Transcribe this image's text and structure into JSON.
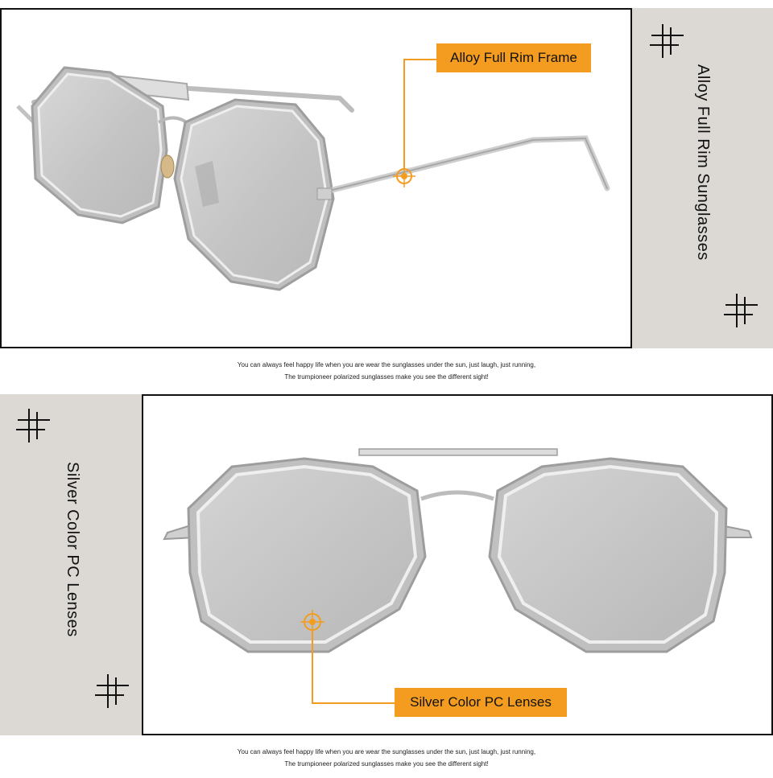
{
  "section1": {
    "side_title": "Alloy Full Rim Sunglasses",
    "callout": "Alloy Full Rim Frame"
  },
  "caption1": {
    "line1": "You can always feel happy life when you are wear the sunglasses under the sun, just laugh, just running,",
    "line2": "The trumpioneer polarized sunglasses make you see the different sight!"
  },
  "section2": {
    "side_title": "Silver Color PC Lenses",
    "callout": "Silver Color PC Lenses"
  },
  "caption2": {
    "line1": "You can always feel happy life when you are wear the sunglasses under the sun, just laugh, just running,",
    "line2": "The trumpioneer polarized sunglasses make you see the different sight!"
  },
  "colors": {
    "accent": "#f39c1f",
    "side_panel": "#dcd9d4",
    "frame": "#c8c8c8",
    "lens": "#c9c9c9"
  }
}
